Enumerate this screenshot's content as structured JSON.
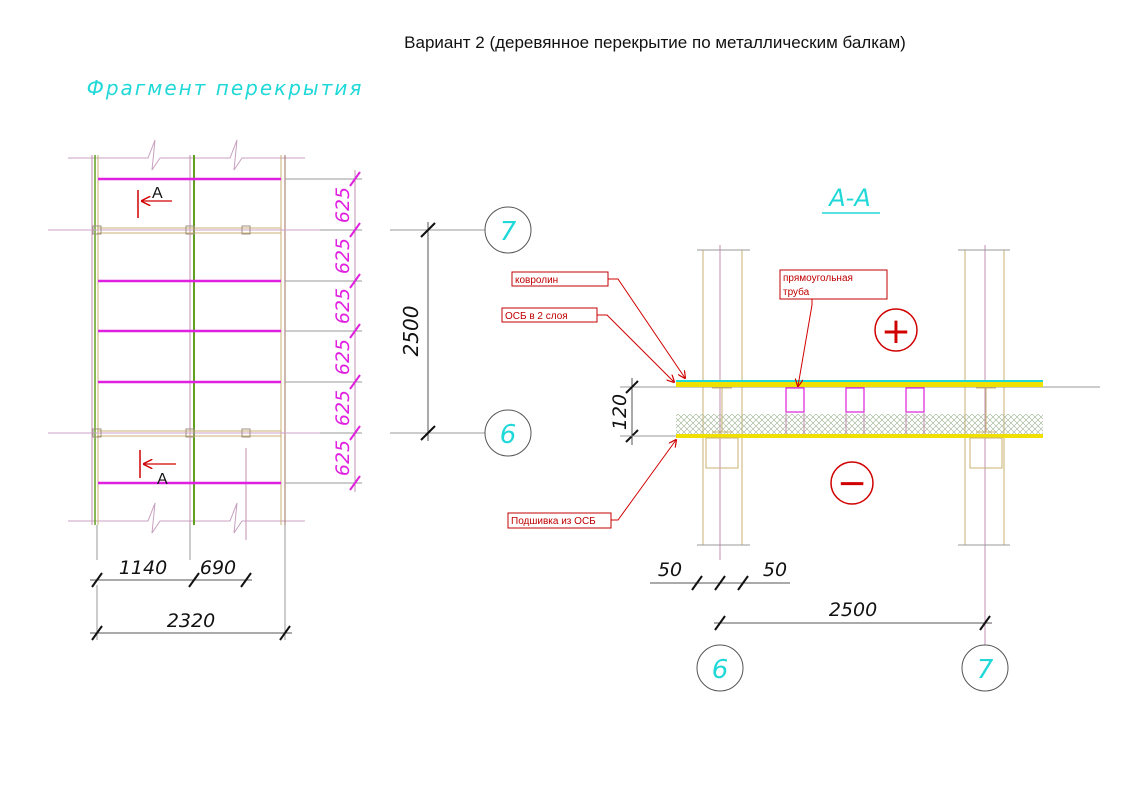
{
  "title": "Вариант 2 (деревянное перекрытие по металлическим балкам)",
  "plan": {
    "heading": "Фрагмент перекрытия",
    "section_mark": "A",
    "spacing_dims": [
      "625",
      "625",
      "625",
      "625",
      "625",
      "625"
    ],
    "overall_dim": "2500",
    "axis_top": "7",
    "axis_bottom": "6",
    "width_dims": [
      "1140",
      "690"
    ],
    "total_width": "2320"
  },
  "section": {
    "heading": "A-A",
    "labels": {
      "carpet": "ковролин",
      "osb": "ОСБ в 2 слоя",
      "tube_line1": "прямоугольная",
      "tube_line2": "труба",
      "ceiling": "Подшивка из ОСБ"
    },
    "height_dim": "120",
    "plus_sign": "+",
    "minus_sign": "−",
    "offset_dims": [
      "50",
      "50"
    ],
    "span_dim": "2500",
    "axis_left": "6",
    "axis_right": "7"
  },
  "colors": {
    "magenta": "#e020e0",
    "cyan": "#20d8d8",
    "red": "#d00000",
    "tan": "#c8b070",
    "green": "#60a020",
    "yellow": "#f0e000"
  }
}
